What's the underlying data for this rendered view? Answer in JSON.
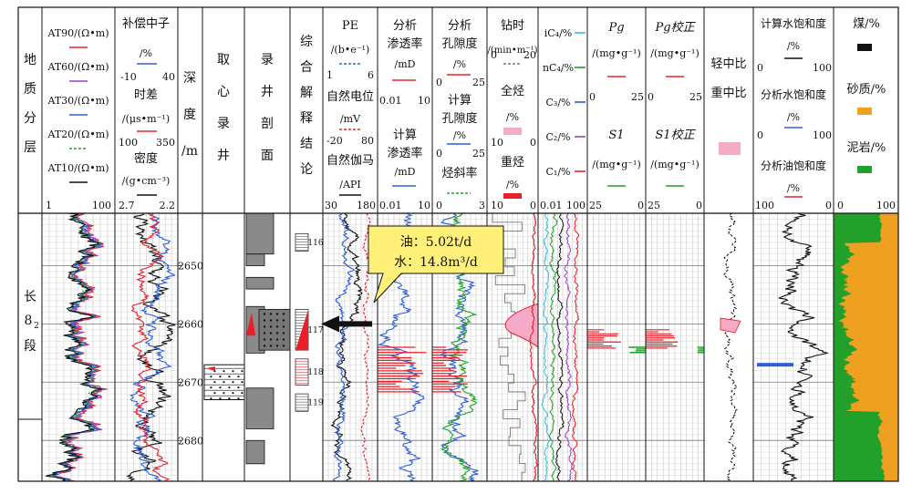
{
  "chart_data": {
    "type": "line",
    "depth_range": [
      2641,
      2687
    ],
    "depth_ticks": [
      2650,
      2660,
      2670,
      2680
    ],
    "depth_unit_chars": [
      "深",
      "度",
      "/m"
    ],
    "zone_header_chars": [
      "地",
      "质",
      "分",
      "层"
    ],
    "zone_chars": [
      "长",
      "8",
      "段"
    ],
    "zone_sub": "2",
    "core_chars": [
      "取",
      "心",
      "录",
      "井"
    ],
    "lith_chars": [
      "录",
      "井",
      "剖",
      "面"
    ],
    "interp_chars": [
      "综",
      "合",
      "解",
      "释",
      "结",
      "论"
    ],
    "layers": [
      "116",
      "117",
      "118",
      "119"
    ],
    "callout": {
      "line1": "油：5.02t/d",
      "line2": "水：14.8m³/d"
    },
    "resistivity_labels": [
      "AT90/(Ω•m)",
      "AT60/(Ω•m)",
      "AT30/(Ω•m)",
      "AT20/(Ω•m)",
      "AT10/(Ω•m)"
    ],
    "resistivity_scale": [
      "1",
      "100"
    ],
    "col2": {
      "cnl": "补偿中子",
      "cnl_unit": "/%",
      "cnl_scale": [
        "-10",
        "40"
      ],
      "ac": "时差",
      "ac_unit": "/(μs•m⁻¹)",
      "ac_scale": [
        "100",
        "350"
      ],
      "den": "密度",
      "den_unit": "/(g•cm⁻³)",
      "den_scale": [
        "2.7",
        "2.2"
      ]
    },
    "col3": {
      "pe": "PE",
      "pe_unit": "/(b•e⁻¹)",
      "pe_scale": [
        "1",
        "6"
      ],
      "sp": "自然电位",
      "sp_unit": "/mV",
      "sp_scale": [
        "-20",
        "80"
      ],
      "gr": "自然伽马",
      "gr_unit": "/API",
      "gr_scale": [
        "30",
        "180"
      ]
    },
    "col4": {
      "perm": "分析渗透率",
      "perm_unit": "/mD",
      "perm_scale": [
        "0.01",
        "10"
      ],
      "cperm": "计算渗透率",
      "cperm_unit": "/mD",
      "cperm_scale": [
        "0.01",
        "10"
      ]
    },
    "col5": {
      "por": "分析孔隙度",
      "por_unit": "/%",
      "por_scale": [
        "0",
        "25"
      ],
      "cpor": "计算孔隙度",
      "cpor_unit": "/%",
      "cpor_scale": [
        "0",
        "25"
      ],
      "wh": "烃斜率",
      "wh_scale": [
        "0",
        "3"
      ]
    },
    "col6": {
      "dt": "钻时",
      "dt_unit": "/(min•m⁻¹)",
      "dt_scale": [
        "0",
        "20"
      ],
      "tg": "全烃",
      "tg_unit": "/%",
      "tg_scale": [
        "10",
        "0"
      ],
      "c1": "重烃",
      "c1_unit": "/%",
      "c1_scale": [
        "10",
        "0"
      ]
    },
    "col7": {
      "labels": [
        "iC₄/%",
        "nC₄/%",
        "C₃/%",
        "C₂/%",
        "C₁/%"
      ],
      "scale": [
        "0.01",
        "100"
      ]
    },
    "col8": {
      "pg": "Pg",
      "pg_unit": "/(mg•g⁻¹)",
      "pg_scale": [
        "0",
        "25"
      ],
      "s1": "S1",
      "s1_unit": "/(mg•g⁻¹)",
      "s1_scale": [
        "25",
        "0"
      ]
    },
    "col9": {
      "pg": "Pg校正",
      "pg_unit": "/(mg•g⁻¹)",
      "pg_scale": [
        "0",
        "25"
      ],
      "s1": "S1校正",
      "s1_unit": "/(mg•g⁻¹)",
      "s1_scale": [
        "25",
        "0"
      ]
    },
    "col10": {
      "l1": "轻中比",
      "l2": "重中比"
    },
    "col11": {
      "sw": "计算水饱和度",
      "sw_unit": "/%",
      "sw_scale": [
        "0",
        "100"
      ],
      "asw": "分析水饱和度",
      "asw_unit": "/%",
      "asw_scale": [
        "0",
        "100"
      ],
      "aso": "分析油饱和度",
      "aso_unit": "/%",
      "aso_scale": [
        "100",
        "0"
      ]
    },
    "col12": {
      "coal": "煤/%",
      "sand": "砂质/%",
      "mud": "泥岩/%",
      "scale": [
        "0",
        "100"
      ]
    },
    "colors": {
      "red": "#e8202a",
      "blue": "#2f5fd8",
      "green": "#22a02a",
      "purple": "#a040c8",
      "cyan": "#30c0e0",
      "pink": "#f7a9c8",
      "orange": "#f0a020",
      "oil_callout": "#fff07a",
      "interp": "#e8202a"
    }
  }
}
